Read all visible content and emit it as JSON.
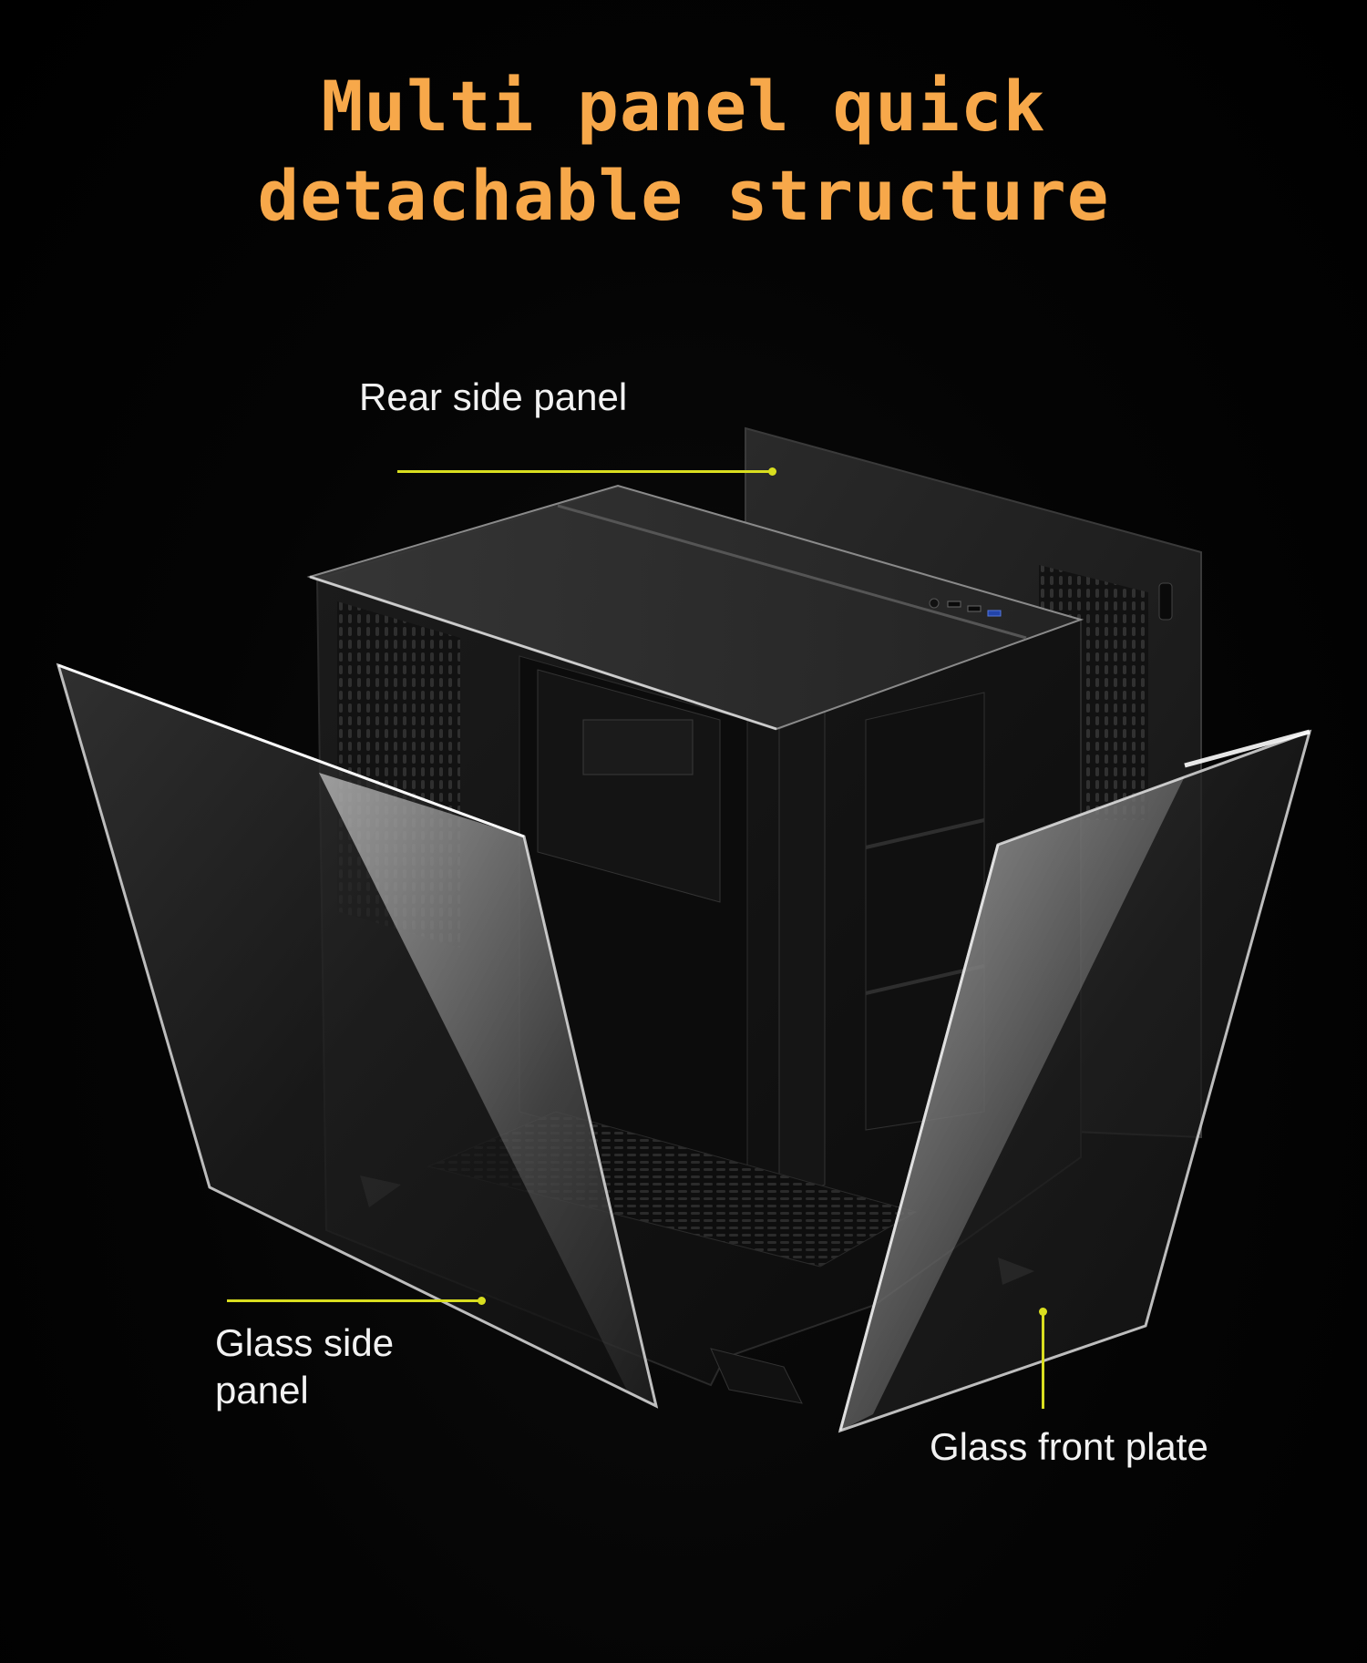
{
  "headline": {
    "line1": "Multi panel quick",
    "line2": "detachable structure",
    "color": "#f7a84a"
  },
  "callouts": {
    "rear_side_panel": "Rear side panel",
    "glass_side_panel_line1": "Glass side",
    "glass_side_panel_line2": "panel",
    "glass_front_plate": "Glass front plate",
    "leader_color": "#d9de1f"
  },
  "colors": {
    "background": "#000000",
    "label_text": "#f2f2f2"
  }
}
